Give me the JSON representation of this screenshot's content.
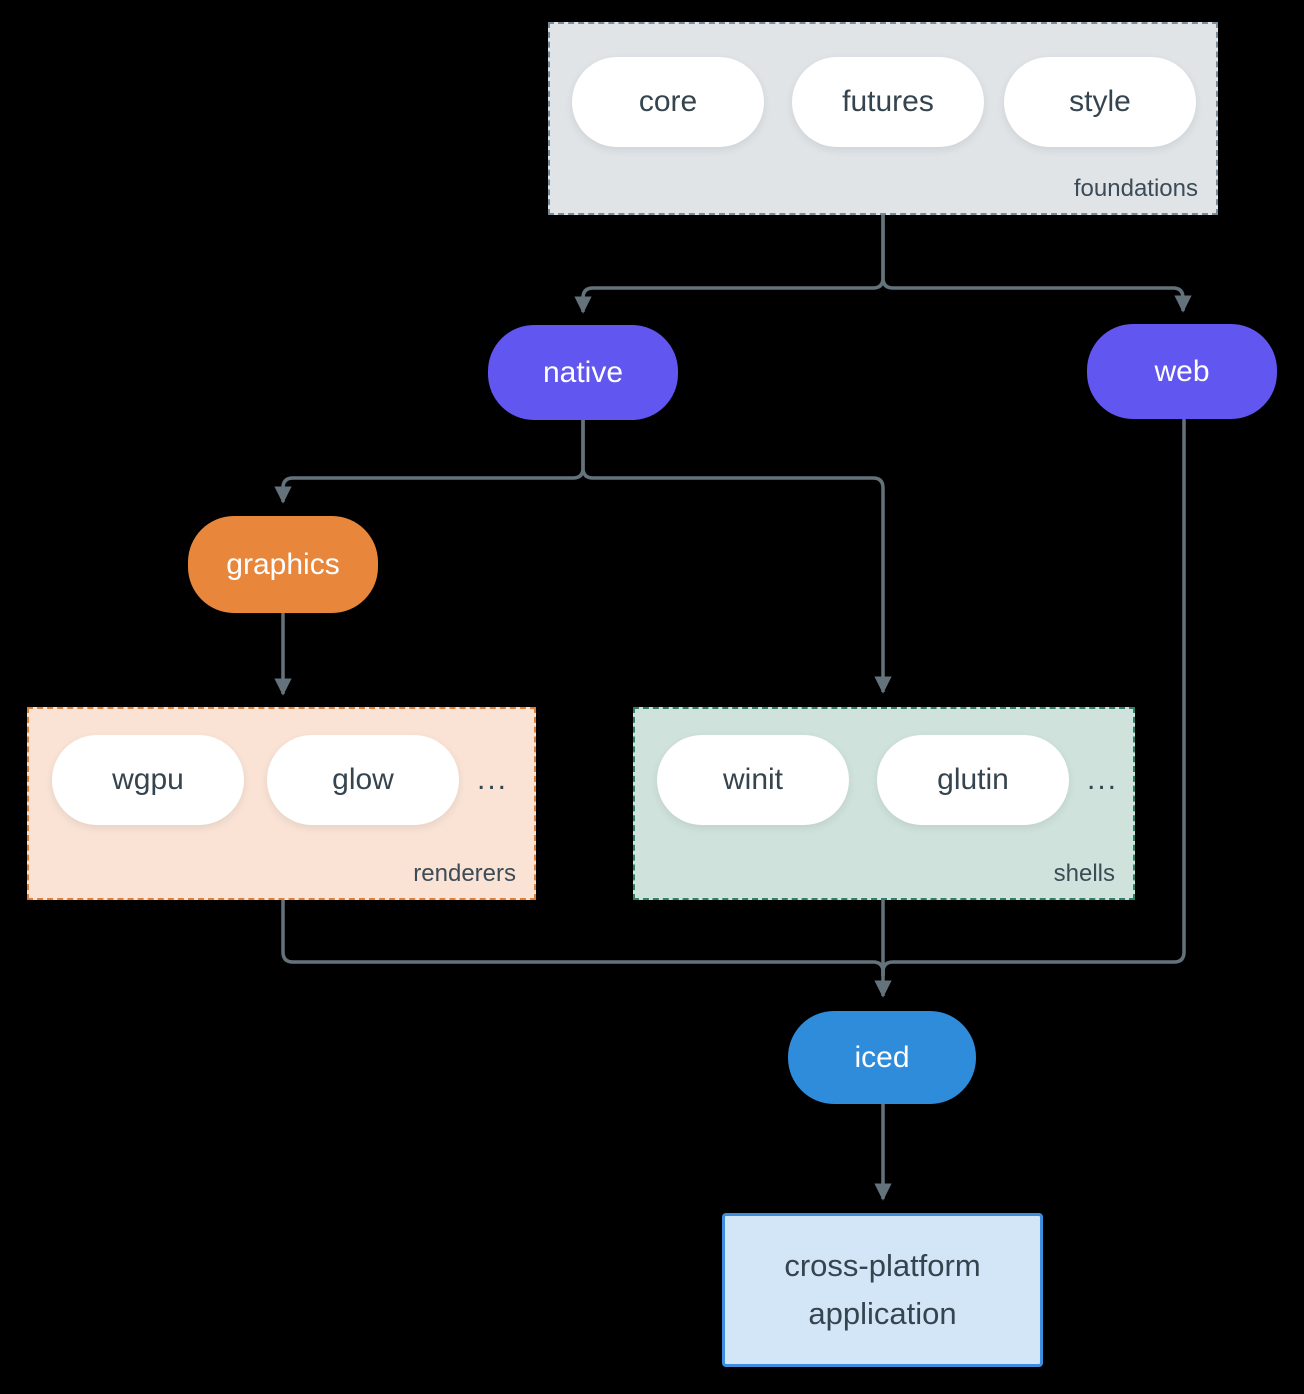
{
  "diagram": {
    "title_implicit": "iced ecosystem architecture",
    "colors": {
      "background": "#000000",
      "connector": "#64727c",
      "node_purple": "#6156ef",
      "node_orange": "#e8873c",
      "node_blue": "#2e8cdb",
      "foundations_fill": "#e0e4e7",
      "foundations_border": "#7a8b99",
      "renderers_fill": "#fae3d5",
      "renderers_border": "#e08038",
      "shells_fill": "#d0e2dc",
      "shells_border": "#2f7f6b",
      "app_fill": "#d3e6f7",
      "app_border": "#3d8edc",
      "dark_text": "#35444e"
    },
    "foundations": {
      "label": "foundations",
      "items": [
        "core",
        "futures",
        "style"
      ]
    },
    "nodes": {
      "native": "native",
      "web": "web",
      "graphics": "graphics",
      "iced": "iced"
    },
    "renderers": {
      "label": "renderers",
      "items": [
        "wgpu",
        "glow"
      ],
      "ellipsis": "..."
    },
    "shells": {
      "label": "shells",
      "items": [
        "winit",
        "glutin"
      ],
      "ellipsis": "..."
    },
    "application": {
      "line1": "cross-platform",
      "line2": "application"
    },
    "edges": [
      {
        "from": "foundations",
        "to": "native"
      },
      {
        "from": "foundations",
        "to": "web"
      },
      {
        "from": "native",
        "to": "graphics"
      },
      {
        "from": "native",
        "to": "shells"
      },
      {
        "from": "graphics",
        "to": "renderers"
      },
      {
        "from": "renderers",
        "to": "iced"
      },
      {
        "from": "shells",
        "to": "iced"
      },
      {
        "from": "web",
        "to": "iced"
      },
      {
        "from": "iced",
        "to": "cross-platform application"
      }
    ]
  }
}
